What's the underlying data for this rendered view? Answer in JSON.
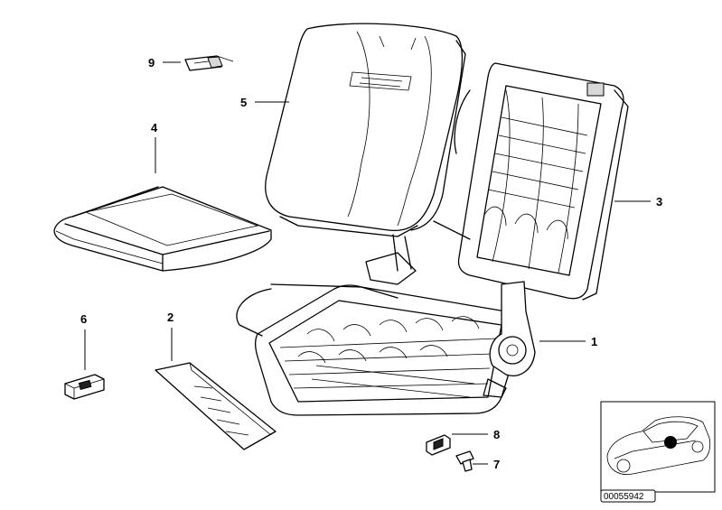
{
  "callouts": [
    {
      "label": "1"
    },
    {
      "label": "2"
    },
    {
      "label": "3"
    },
    {
      "label": "4"
    },
    {
      "label": "5"
    },
    {
      "label": "6"
    },
    {
      "label": "7"
    },
    {
      "label": "8"
    },
    {
      "label": "9"
    }
  ],
  "inset": {
    "ref_number": "00055942"
  }
}
